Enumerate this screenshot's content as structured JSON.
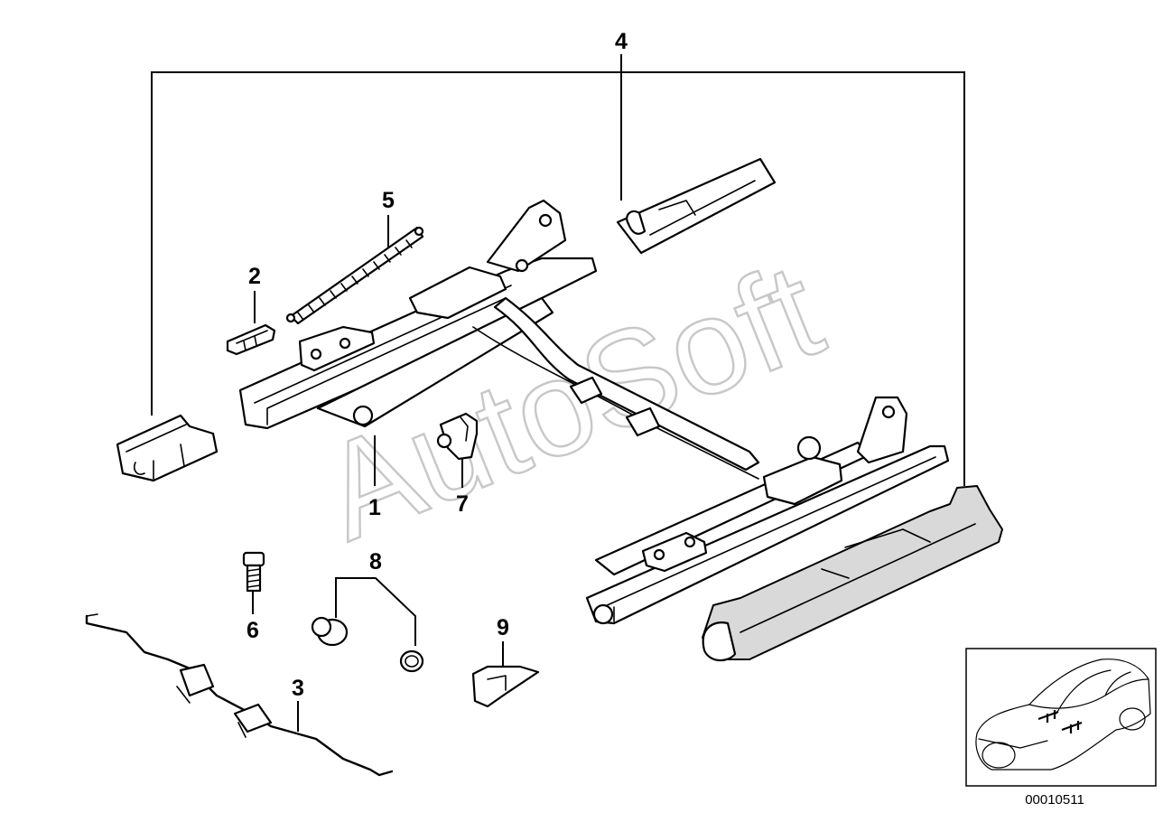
{
  "diagram": {
    "callouts": [
      {
        "id": "c1",
        "label": "1"
      },
      {
        "id": "c2",
        "label": "2"
      },
      {
        "id": "c3",
        "label": "3"
      },
      {
        "id": "c4",
        "label": "4"
      },
      {
        "id": "c5",
        "label": "5"
      },
      {
        "id": "c6",
        "label": "6"
      },
      {
        "id": "c7",
        "label": "7"
      },
      {
        "id": "c8",
        "label": "8"
      },
      {
        "id": "c9",
        "label": "9"
      }
    ],
    "watermark": "AutoSoft",
    "document_number": "00010511"
  }
}
